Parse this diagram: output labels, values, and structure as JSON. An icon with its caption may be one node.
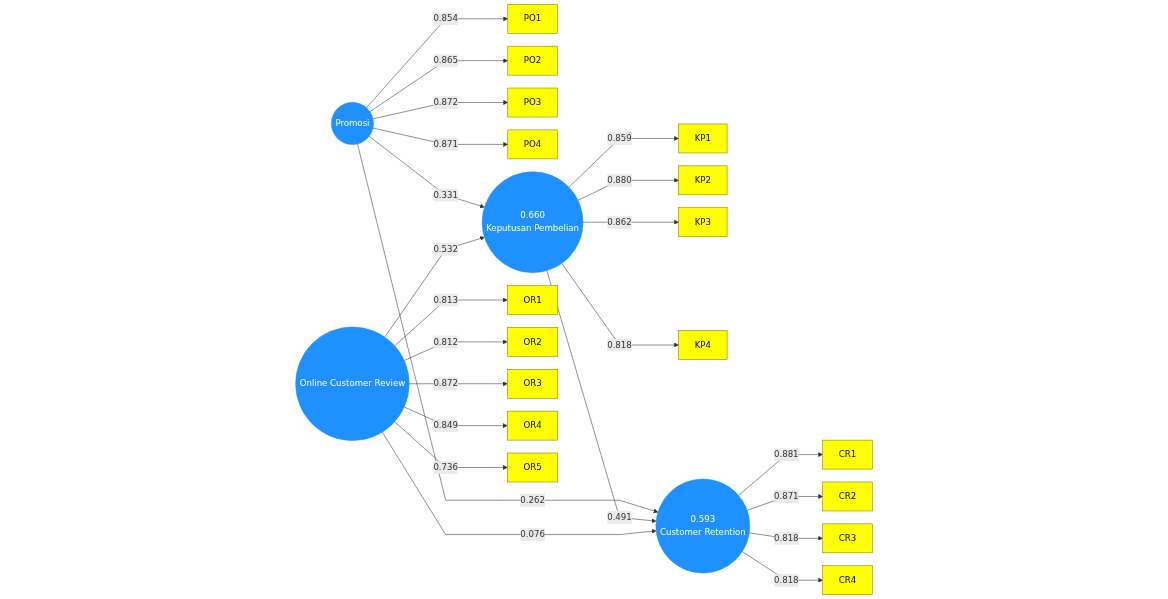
{
  "diagram": {
    "nodes": [
      {
        "text": [
          "PO1"
        ]
      },
      {
        "text": [
          "PO2"
        ]
      },
      {
        "text": [
          "PO3"
        ]
      },
      {
        "text": [
          "PO4"
        ]
      },
      {
        "text": [
          "Promosi"
        ]
      },
      {
        "text": [
          "KP1"
        ]
      },
      {
        "text": [
          "KP2"
        ]
      },
      {
        "text": [
          "KP3"
        ]
      },
      {
        "text": [
          "KP4"
        ]
      },
      {
        "text": [
          "0.660",
          "Keputusan Pembelian"
        ]
      },
      {
        "text": [
          "0.593",
          "Customer Retention"
        ]
      },
      {
        "text": [
          "CR1"
        ]
      },
      {
        "text": [
          "CR2"
        ]
      },
      {
        "text": [
          "CR3"
        ]
      },
      {
        "text": [
          "CR4"
        ]
      },
      {
        "text": [
          "OR1"
        ]
      },
      {
        "text": [
          "OR2"
        ]
      },
      {
        "text": [
          "OR3"
        ]
      },
      {
        "text": [
          "OR4"
        ]
      },
      {
        "text": [
          "OR5"
        ]
      },
      {
        "text": [
          "Online Customer Review"
        ]
      }
    ],
    "edges": [
      {
        "from": 4,
        "to": 0,
        "arrow": "to",
        "label": "0.854"
      },
      {
        "from": 4,
        "to": 1,
        "arrow": "to",
        "label": "0.865"
      },
      {
        "from": 4,
        "to": 2,
        "arrow": "to",
        "label": "0.872"
      },
      {
        "from": 4,
        "to": 3,
        "arrow": "to",
        "label": "0.871"
      },
      {
        "from": 4,
        "to": 9,
        "arrow": "to",
        "label": "0.331"
      },
      {
        "from": 4,
        "to": 10,
        "arrow": "to",
        "label": "0.262"
      },
      {
        "from": 9,
        "to": 5,
        "arrow": "to",
        "label": "0.859"
      },
      {
        "from": 9,
        "to": 6,
        "arrow": "to",
        "label": "0.880"
      },
      {
        "from": 9,
        "to": 7,
        "arrow": "to",
        "label": "0.862"
      },
      {
        "from": 9,
        "to": 8,
        "arrow": "to",
        "label": "0.818"
      },
      {
        "from": 9,
        "to": 10,
        "arrow": "to",
        "label": "0.491"
      },
      {
        "from": 10,
        "to": 11,
        "arrow": "to",
        "label": "0.881"
      },
      {
        "from": 10,
        "to": 12,
        "arrow": "to",
        "label": "0.871"
      },
      {
        "from": 10,
        "to": 13,
        "arrow": "to",
        "label": "0.818"
      },
      {
        "from": 10,
        "to": 14,
        "arrow": "to",
        "label": "0.818"
      },
      {
        "from": 20,
        "to": 15,
        "arrow": "to",
        "label": "0.813"
      },
      {
        "from": 20,
        "to": 16,
        "arrow": "to",
        "label": "0.812"
      },
      {
        "from": 20,
        "to": 17,
        "arrow": "to",
        "label": "0.872"
      },
      {
        "from": 20,
        "to": 18,
        "arrow": "to",
        "label": "0.849"
      },
      {
        "from": 20,
        "to": 19,
        "arrow": "to",
        "label": "0.736"
      },
      {
        "from": 20,
        "to": 9,
        "arrow": "to",
        "label": "0.532"
      },
      {
        "from": 20,
        "to": 10,
        "arrow": "to",
        "label": "0.076"
      }
    ]
  }
}
